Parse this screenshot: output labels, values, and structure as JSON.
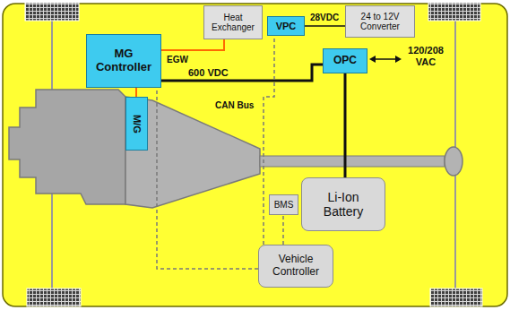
{
  "diagram": {
    "nodes": [
      {
        "text": [
          "Heat Exchanger"
        ]
      },
      {
        "text": [
          "VPC"
        ]
      },
      {
        "text": [
          "24 to 12V Converter"
        ]
      },
      {
        "text": [
          "MG Controller"
        ]
      },
      {
        "text": [
          "OPC"
        ]
      },
      {
        "text": [
          "M/G"
        ]
      },
      {
        "text": [
          "BMS"
        ]
      },
      {
        "text": [
          "Li-Ion Battery"
        ]
      },
      {
        "text": [
          "Vehicle Controller"
        ]
      }
    ],
    "edges": [
      {
        "from": 1,
        "to": 2,
        "label": "28VDC",
        "arrow": "none"
      },
      {
        "from": 3,
        "to": 4,
        "label": "600 VDC",
        "arrow": "none"
      },
      {
        "from": 4,
        "to": 7,
        "arrow": "none"
      },
      {
        "from": 0,
        "to": 3,
        "arrow": "none"
      },
      {
        "from": 3,
        "to": 5,
        "arrow": "none"
      },
      {
        "from": 8,
        "to": 1,
        "arrow": "none"
      },
      {
        "from": 8,
        "to": 6,
        "arrow": "none"
      },
      {
        "from": 8,
        "to": 3,
        "arrow": "none"
      }
    ],
    "labels": [
      "EGW",
      "CAN Bus",
      "120/208 VAC"
    ]
  }
}
